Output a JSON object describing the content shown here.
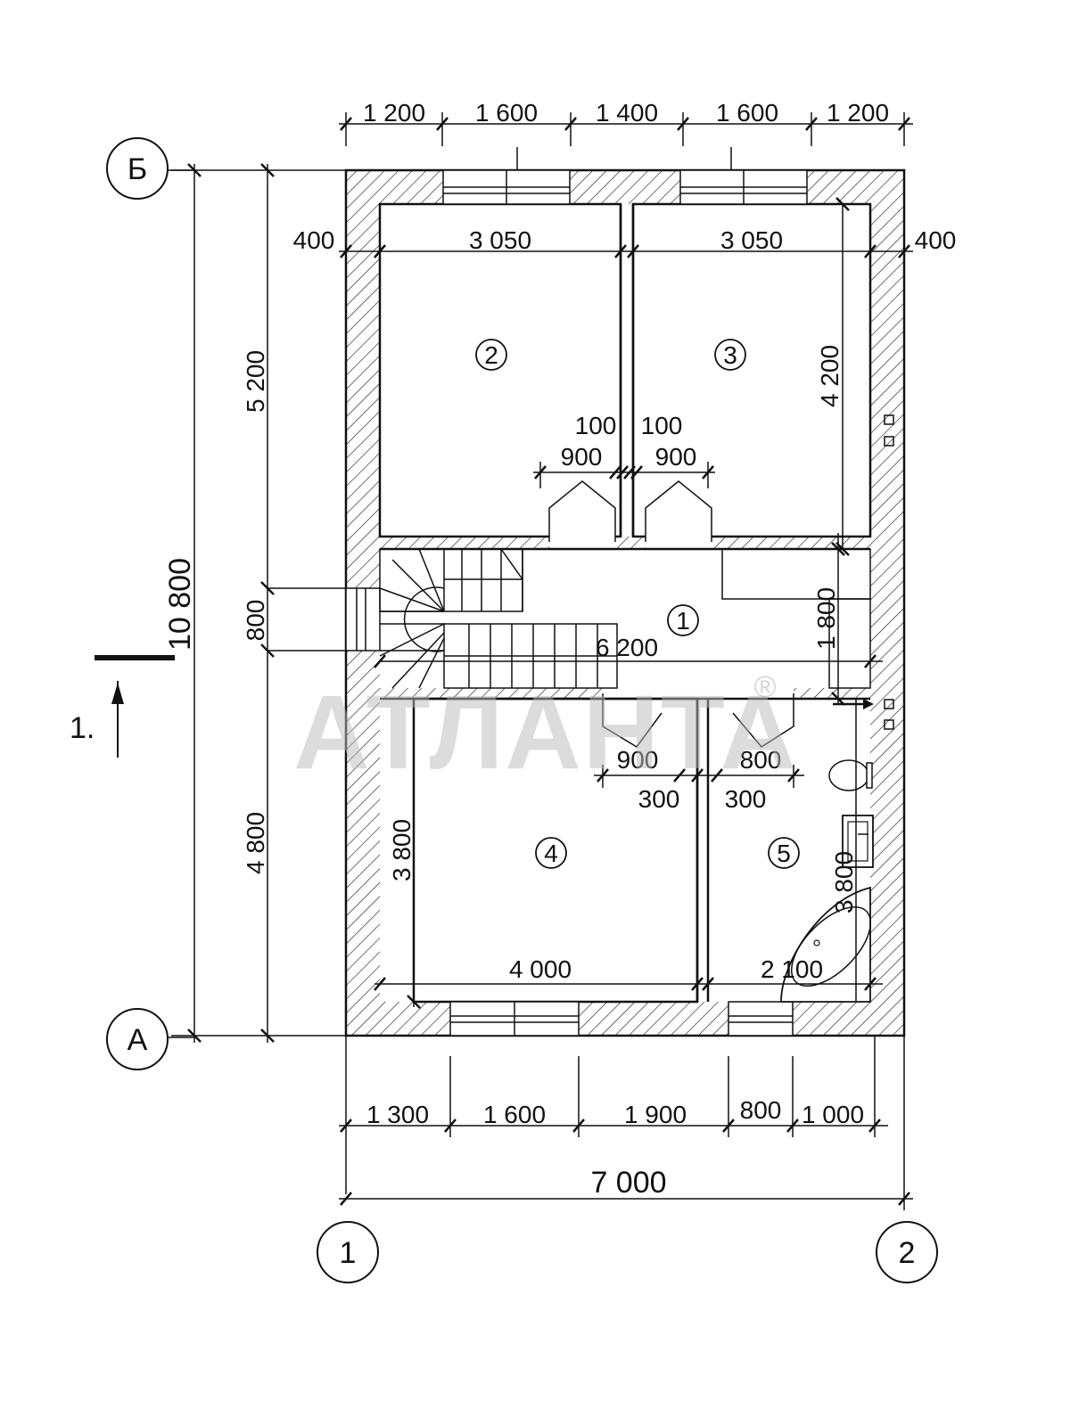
{
  "axes": {
    "b": "Б",
    "a": "А",
    "one": "1",
    "two": "2"
  },
  "section_mark": "1.",
  "rooms": {
    "r1": "1",
    "r2": "2",
    "r3": "3",
    "r4": "4",
    "r5": "5"
  },
  "dims": {
    "top": [
      "1 200",
      "1 600",
      "1 400",
      "1 600",
      "1 200"
    ],
    "bottom": [
      "1 300",
      "1 600",
      "1 900",
      "800",
      "1 000"
    ],
    "total_width": "7 000",
    "total_height": "10 800",
    "left_5200": "5 200",
    "left_800": "800",
    "left_4800": "4 800",
    "wall_left": "400",
    "wall_right": "400",
    "room2_width": "3 050",
    "room3_width": "3 050",
    "room3_height": "4 200",
    "door_a": "100",
    "door_b": "100",
    "door_a_w": "900",
    "door_b_w": "900",
    "hall_width": "6 200",
    "hall_height": "1 800",
    "door_c_w": "900",
    "door_d_w": "800",
    "door_c_off": "300",
    "door_d_off": "300",
    "room4_height": "3 800",
    "room4_width": "4 000",
    "room5_height": "3 800",
    "room5_width": "2 100"
  },
  "watermark": {
    "text": "АТЛАНТА",
    "reg": "®"
  }
}
